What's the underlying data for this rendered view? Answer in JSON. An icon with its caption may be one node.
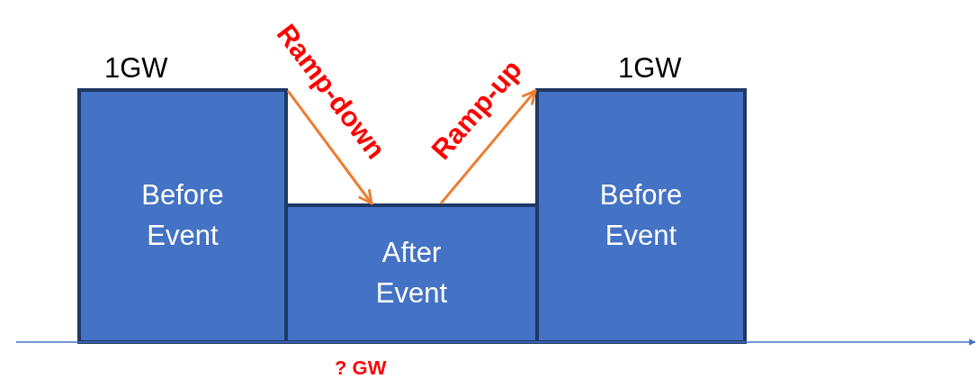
{
  "diagram": {
    "nodes": [
      {
        "text": [
          "Before Event"
        ],
        "beside": [
          "1GW"
        ]
      },
      {
        "text": [
          "After Event"
        ],
        "beside": [
          "? GW"
        ]
      },
      {
        "text": [
          "Before Event"
        ],
        "beside": [
          "1GW"
        ]
      }
    ],
    "edges": [
      {
        "from": 0,
        "to": 1,
        "arrow": "to",
        "label": "Ramp-down"
      },
      {
        "from": 1,
        "to": 2,
        "arrow": "to",
        "label": "Ramp-up"
      }
    ]
  }
}
